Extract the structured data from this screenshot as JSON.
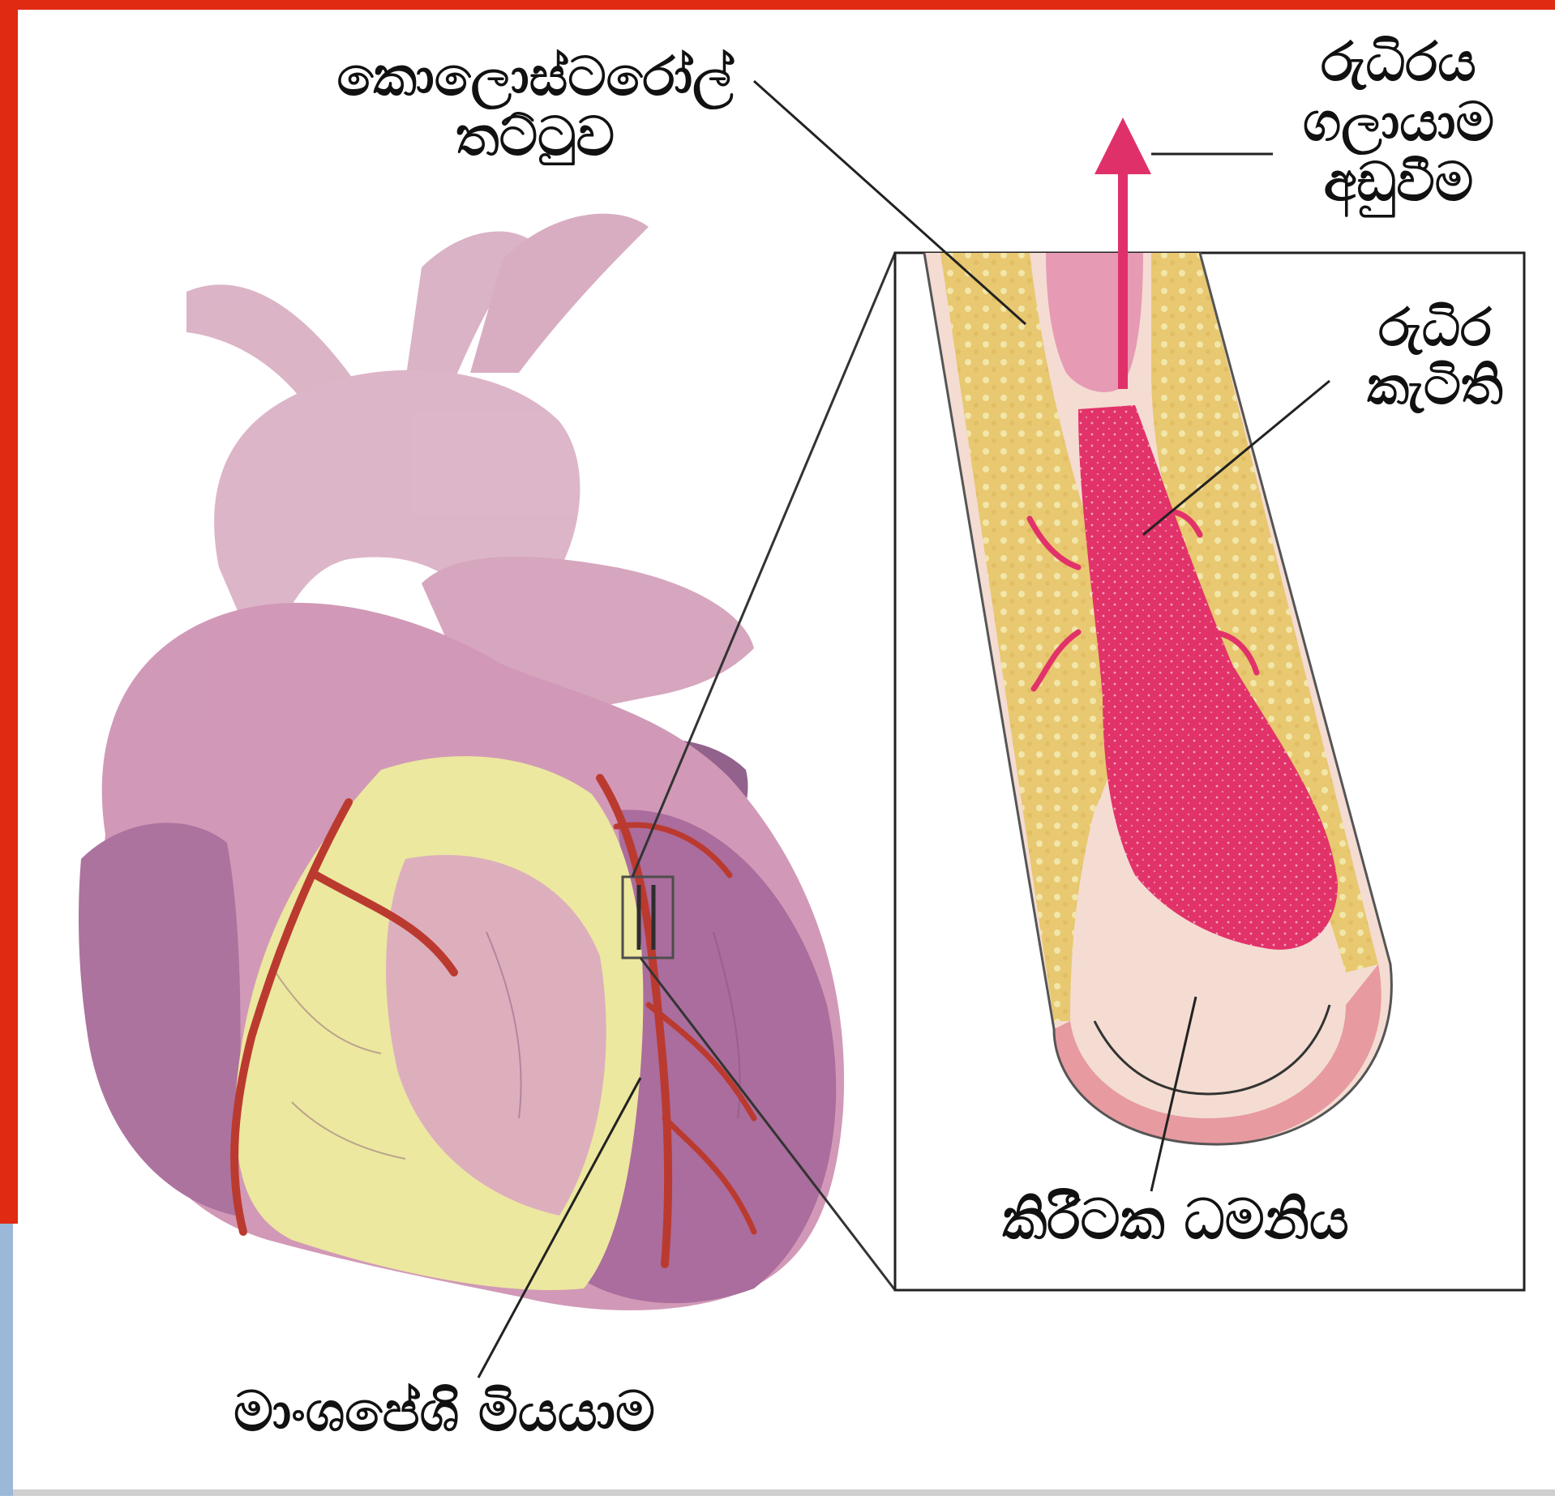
{
  "colors": {
    "frame_red": "#e02a12",
    "side_blue": "#9cb8d8",
    "heart_pink": "#d6a4b8",
    "heart_purple": "#9a5a8c",
    "fat_yellow": "#ece79a",
    "plaque_yellow": "#e8c870",
    "clot_magenta": "#e2326a",
    "artery_red": "#b83024",
    "arrow_pink": "#e0306a"
  },
  "labels": {
    "cholesterol": [
      "කොලොස්ටරෝල්",
      "තට්ටුව"
    ],
    "reduced_flow": [
      "රුධිරය",
      "ගලායාම",
      "අඩුවීම"
    ],
    "clot": [
      "රුධිර",
      "කැටිති"
    ],
    "coronary_artery": "කිරීටක ධමනිය",
    "muscle_death": "මාංශපේශි මියයාම"
  }
}
